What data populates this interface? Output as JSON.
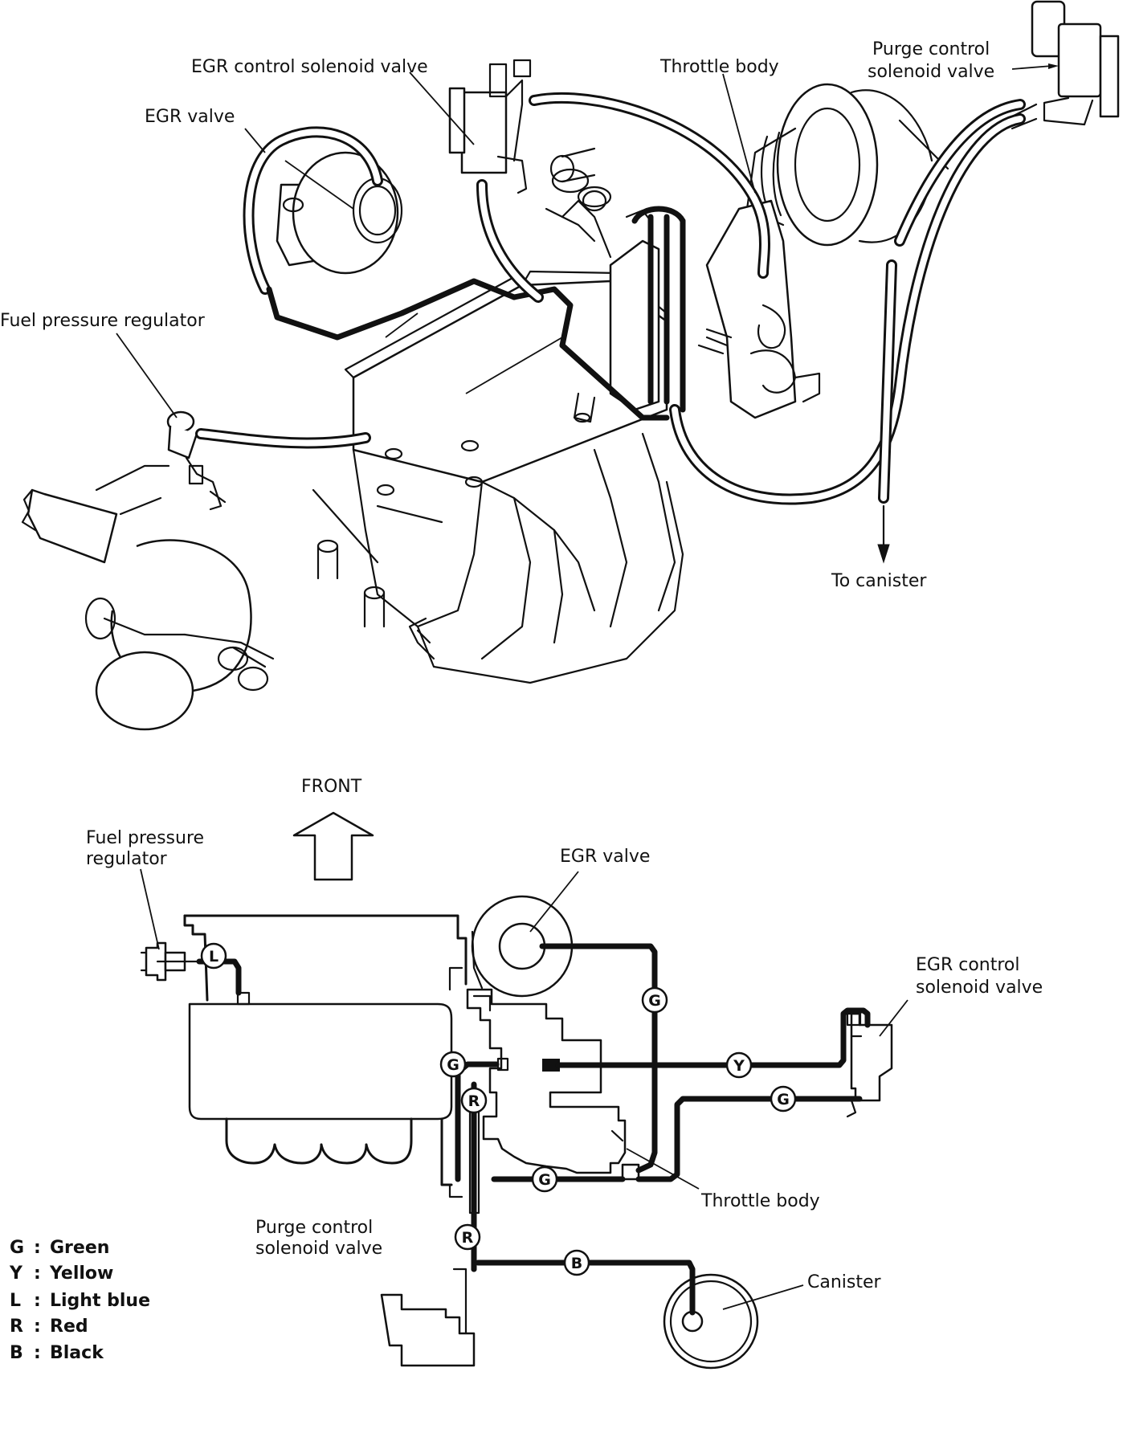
{
  "top_view": {
    "labels": {
      "egr_control_solenoid_valve": "EGR control solenoid valve",
      "throttle_body": "Throttle body",
      "purge_control_solenoid_valve_line1": "Purge control",
      "purge_control_solenoid_valve_line2": "solenoid valve",
      "egr_valve": "EGR valve",
      "fuel_pressure_regulator": "Fuel pressure regulator",
      "to_canister": "To canister"
    }
  },
  "bottom_view": {
    "front_label": "FRONT",
    "labels": {
      "fuel_pressure_regulator_line1": "Fuel pressure",
      "fuel_pressure_regulator_line2": "regulator",
      "egr_valve": "EGR valve",
      "egr_control_solenoid_valve_line1": "EGR control",
      "egr_control_solenoid_valve_line2": "solenoid valve",
      "throttle_body": "Throttle body",
      "purge_control_solenoid_valve_line1": "Purge control",
      "purge_control_solenoid_valve_line2": "solenoid valve",
      "canister": "Canister"
    },
    "hose_tags": {
      "fpr_hose": "L",
      "egr_valve_hose": "G",
      "egr_solenoid_y": "Y",
      "egr_solenoid_g": "G",
      "throttle_g_left": "G",
      "throttle_r_upper": "R",
      "throttle_g_bottom": "G",
      "purge_r": "R",
      "canister_b": "B"
    }
  },
  "legend": [
    {
      "code": "G",
      "sep": ":",
      "name": "Green"
    },
    {
      "code": "Y",
      "sep": ":",
      "name": "Yellow"
    },
    {
      "code": "L",
      "sep": ":",
      "name": "Light blue"
    },
    {
      "code": "R",
      "sep": ":",
      "name": "Red"
    },
    {
      "code": "B",
      "sep": ":",
      "name": "Black"
    }
  ]
}
